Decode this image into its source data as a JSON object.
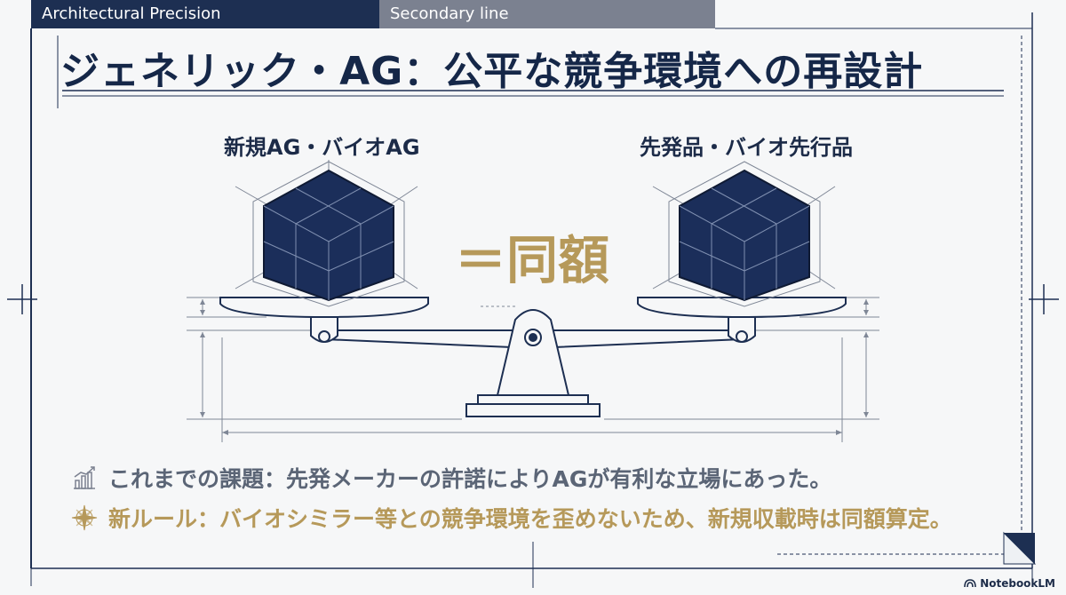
{
  "header": {
    "tab_primary": "Architectural Precision",
    "tab_secondary": "Secondary line"
  },
  "title": "ジェネリック・AG：公平な競争環境への再設計",
  "diagram": {
    "left_label": "新規AG・バイオAG",
    "right_label": "先発品・バイオ先行品",
    "center_label": "＝同額"
  },
  "bullets": [
    {
      "icon": "chart-icon",
      "text": "これまでの課題：先発メーカーの許諾によりAGが有利な立場にあった。",
      "color": "#5b6576"
    },
    {
      "icon": "compass-icon",
      "text": "新ルール：バイオシミラー等との競争環境を歪めないため、新規収載時は同額算定。",
      "color": "#b6995a"
    }
  ],
  "colors": {
    "navy": "#152748",
    "gold": "#b6995a",
    "gray": "#7b8190"
  },
  "footer": {
    "brand": "NotebookLM"
  }
}
